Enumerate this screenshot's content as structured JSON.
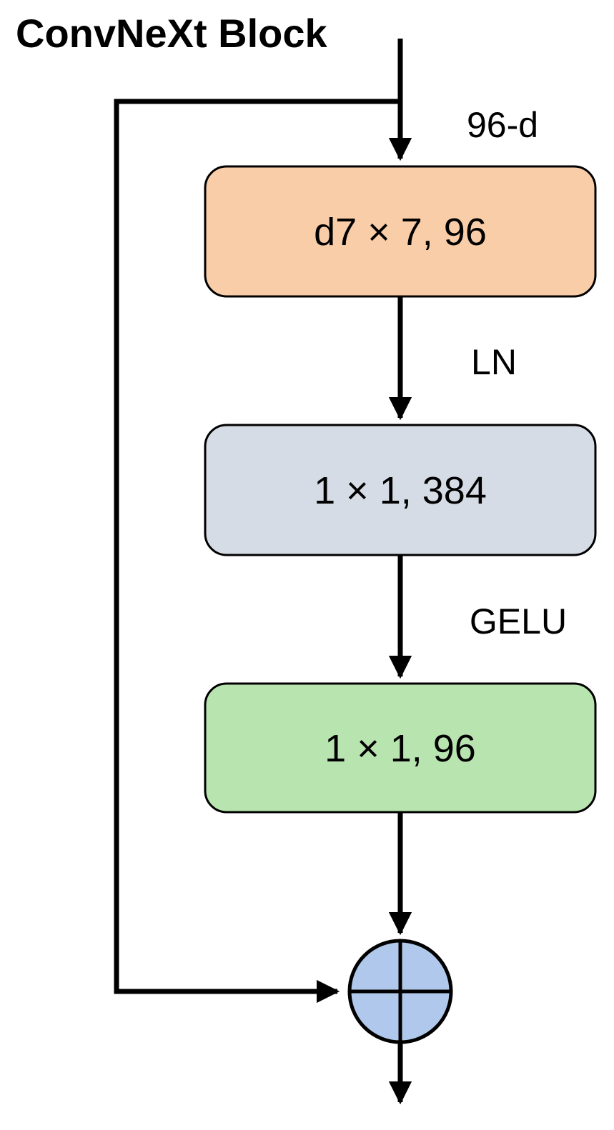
{
  "title": "ConvNeXt Block",
  "diagram": {
    "input_label": "96-d",
    "blocks": [
      {
        "label": "d7 × 7, 96",
        "color": "#FACDA9"
      },
      {
        "label": "1 × 1, 384",
        "color": "#D6DCE5"
      },
      {
        "label": "1 × 1, 96",
        "color": "#B8E4AF"
      }
    ],
    "edge_labels": [
      {
        "label": "LN"
      },
      {
        "label": "GELU"
      }
    ],
    "add_node": {
      "color": "#B0C8EB"
    },
    "line_color": "#000000"
  }
}
